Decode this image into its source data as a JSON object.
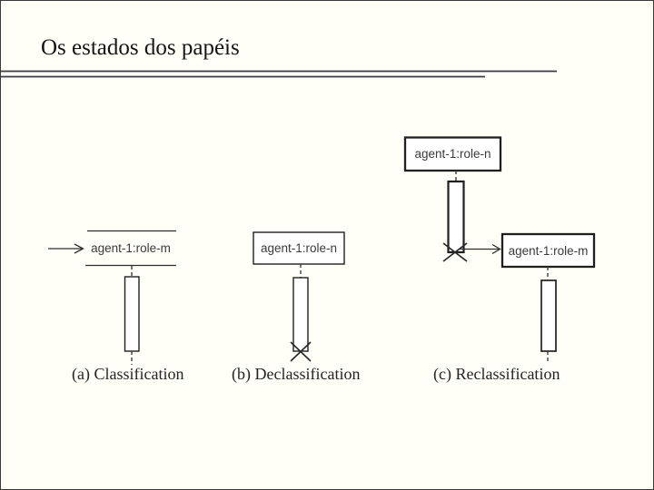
{
  "slide": {
    "title": "Os estados dos papéis"
  },
  "diagrams": [
    {
      "caption": "(a) Classification",
      "lifeline_label": "agent-1:role-m"
    },
    {
      "caption": "(b) Declassification",
      "lifeline_label": "agent-1:role-n"
    },
    {
      "caption": "(c) Reclassification",
      "lifelines": [
        {
          "label": "agent-1:role-n"
        },
        {
          "label": "agent-1:role-m"
        }
      ]
    }
  ],
  "icons": {
    "create_arrow": "open-right-arrowhead",
    "destruction": "x-cross"
  },
  "colors": {
    "background": "#FFFFF7",
    "line": "#2E2E2E",
    "title_rule": "#3A3A46",
    "label_text": "#3A3A3A",
    "caption_text": "#242424"
  }
}
